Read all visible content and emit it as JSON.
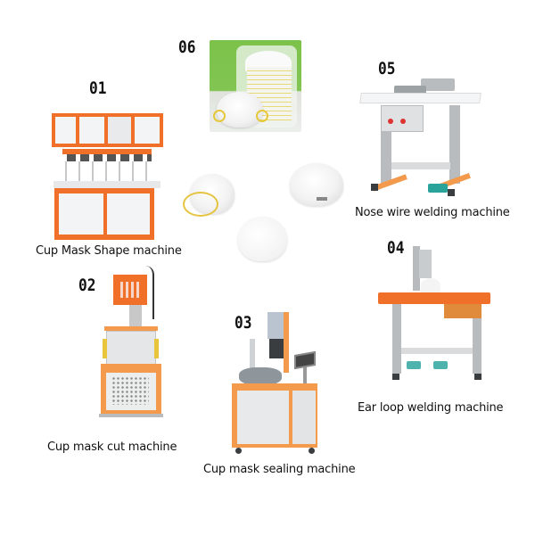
{
  "figure": {
    "background": "#ffffff",
    "accent_color": "#f0702a"
  },
  "items": [
    {
      "number": "01",
      "label": "Cup Mask Shape machine",
      "image": "cup-mask-shape-machine"
    },
    {
      "number": "02",
      "label": "Cup mask cut machine",
      "image": "cup-mask-cut-machine"
    },
    {
      "number": "03",
      "label": "Cup mask sealing machine",
      "image": "cup-mask-sealing-machine"
    },
    {
      "number": "04",
      "label": "Ear loop welding machine",
      "image": "ear-loop-welding-machine"
    },
    {
      "number": "05",
      "label": "Nose wire welding machine",
      "image": "nose-wire-welding-machine"
    },
    {
      "number": "06",
      "label": "",
      "image": "packaged-cup-masks-photo"
    }
  ],
  "center_products": [
    "cup-mask-yellow-straps",
    "cup-mask-white",
    "cup-mask-folded"
  ]
}
